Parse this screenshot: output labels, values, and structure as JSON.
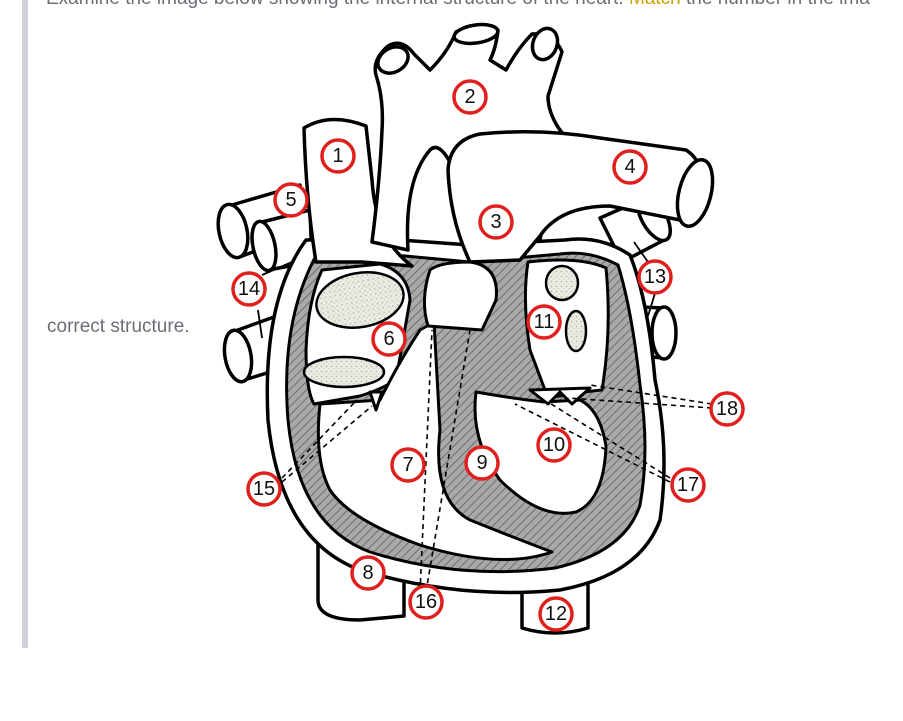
{
  "intro": {
    "before": "Examine the image below showing the internal structure of the heart. ",
    "highlight": "Match",
    "after": " the number in the ima"
  },
  "caption": "correct structure.",
  "labels": [
    "1",
    "2",
    "3",
    "4",
    "5",
    "6",
    "7",
    "8",
    "9",
    "10",
    "11",
    "12",
    "13",
    "14",
    "15",
    "16",
    "17",
    "18"
  ]
}
